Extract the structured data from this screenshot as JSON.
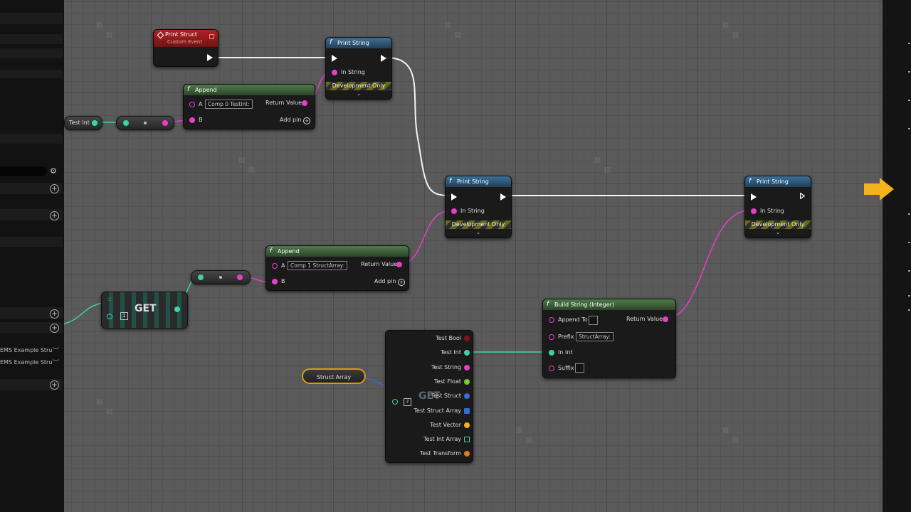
{
  "left_panel": {
    "var_rows": [
      "EMS Example Stru",
      "EMS Example Stru"
    ]
  },
  "nodes": {
    "print_struct": {
      "title": "Print Struct",
      "subtitle": "Custom Event"
    },
    "print_string_1": {
      "title": "Print String",
      "in_label": "In String",
      "dev_label": "Development Only"
    },
    "print_string_2": {
      "title": "Print String",
      "in_label": "In String",
      "dev_label": "Development Only"
    },
    "print_string_3": {
      "title": "Print String",
      "in_label": "In String",
      "dev_label": "Development Only"
    },
    "append_1": {
      "title": "Append",
      "a_label": "A",
      "a_value": "Comp 0 TestInt:",
      "b_label": "B",
      "return_label": "Return Value",
      "add_pin": "Add pin"
    },
    "append_2": {
      "title": "Append",
      "a_label": "A",
      "a_value": "Comp 1 StructArray:",
      "b_label": "B",
      "return_label": "Return Value",
      "add_pin": "Add pin"
    },
    "test_int_var": {
      "label": "Test Int"
    },
    "get_1": {
      "label": "GET",
      "index": "1"
    },
    "get_2": {
      "label": "GET",
      "index": "7"
    },
    "struct_array_var": {
      "label": "Struct Array"
    },
    "break_struct": {
      "pins": [
        "Test Bool",
        "Test Int",
        "Test String",
        "Test Float",
        "Test Struct",
        "Test Struct Array",
        "Test Vector",
        "Test Int Array",
        "Test Transform"
      ]
    },
    "build_string": {
      "title": "Build String (Integer)",
      "append_label": "Append To",
      "prefix_label": "Prefix",
      "prefix_value": "StructArray:",
      "in_int_label": "In Int",
      "suffix_label": "Suffix",
      "return_label": "Return Value"
    }
  },
  "icons": [
    "gear-icon",
    "plus-circle-icon",
    "chevron-down-icon",
    "arrow-right-icon",
    "function-icon",
    "event-icon"
  ],
  "colors": {
    "string_pin": "#e63ec8",
    "int_pin": "#3cd3a6",
    "exec_wire": "#ffffff",
    "struct_pin": "#2f6fd6",
    "event_header": "#b02222",
    "function_header_blue": "#3e6f96",
    "function_header_green": "#4f7a4b",
    "arrow": "#f2b41a"
  }
}
